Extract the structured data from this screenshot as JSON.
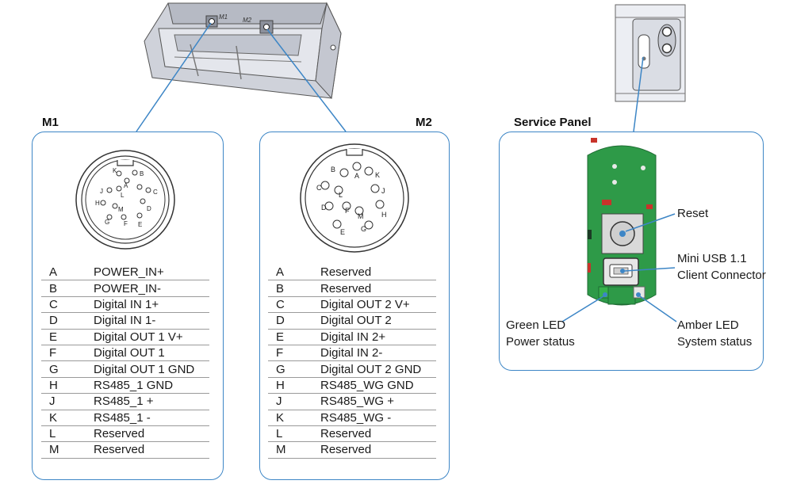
{
  "m1": {
    "title": "M1",
    "pins": [
      {
        "letter": "A",
        "signal": "POWER_IN+"
      },
      {
        "letter": "B",
        "signal": "POWER_IN-"
      },
      {
        "letter": "C",
        "signal": "Digital IN 1+"
      },
      {
        "letter": "D",
        "signal": "Digital IN 1-"
      },
      {
        "letter": "E",
        "signal": "Digital OUT 1 V+"
      },
      {
        "letter": "F",
        "signal": "Digital OUT 1"
      },
      {
        "letter": "G",
        "signal": "Digital OUT 1 GND"
      },
      {
        "letter": "H",
        "signal": "RS485_1 GND"
      },
      {
        "letter": "J",
        "signal": "RS485_1 +"
      },
      {
        "letter": "K",
        "signal": "RS485_1 -"
      },
      {
        "letter": "L",
        "signal": "Reserved"
      },
      {
        "letter": "M",
        "signal": "Reserved"
      }
    ]
  },
  "m2": {
    "title": "M2",
    "pins": [
      {
        "letter": "A",
        "signal": "Reserved"
      },
      {
        "letter": "B",
        "signal": "Reserved"
      },
      {
        "letter": "C",
        "signal": "Digital OUT 2 V+"
      },
      {
        "letter": "D",
        "signal": "Digital OUT 2"
      },
      {
        "letter": "E",
        "signal": "Digital IN 2+"
      },
      {
        "letter": "F",
        "signal": "Digital IN 2-"
      },
      {
        "letter": "G",
        "signal": "Digital OUT 2 GND"
      },
      {
        "letter": "H",
        "signal": "RS485_WG GND"
      },
      {
        "letter": "J",
        "signal": "RS485_WG +"
      },
      {
        "letter": "K",
        "signal": "RS485_WG -"
      },
      {
        "letter": "L",
        "signal": "Reserved"
      },
      {
        "letter": "M",
        "signal": "Reserved"
      }
    ]
  },
  "device": {
    "port_label_m1": "M1",
    "port_label_m2": "M2"
  },
  "service_panel": {
    "title": "Service Panel",
    "reset_label": "Reset",
    "usb_label_line1": "Mini USB 1.1",
    "usb_label_line2": "Client Connector",
    "green_led_line1": "Green LED",
    "green_led_line2": "Power status",
    "amber_led_line1": "Amber LED",
    "amber_led_line2": "System status"
  },
  "colors": {
    "panel_border": "#3d86c6",
    "callout_line": "#3d86c6",
    "pcb_green": "#2e9a48",
    "led_green": "#36b24a",
    "pcb_red": "#c8332b"
  }
}
